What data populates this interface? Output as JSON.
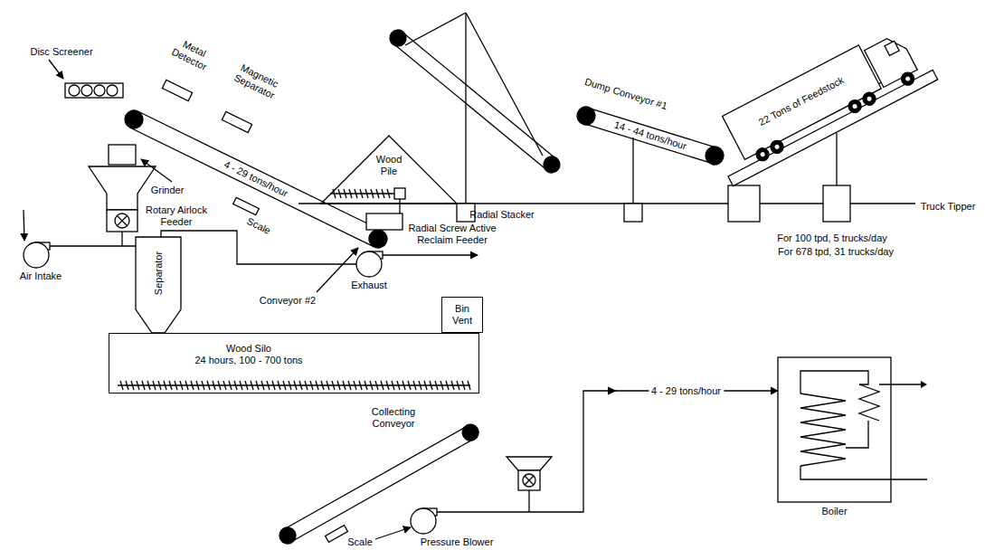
{
  "diagram": {
    "nodes": [
      {
        "text": [
          "Wood Pile"
        ]
      },
      {
        "text": [
          "Air Intake"
        ]
      },
      {
        "text": [
          "Separator"
        ]
      },
      {
        "text": [
          "Exhaust"
        ]
      },
      {
        "text": [
          "Bin Vent"
        ]
      },
      {
        "text": [
          "Wood Silo",
          "24 hours, 100 - 700 tons"
        ]
      },
      {
        "text": [
          "Pressure Blower"
        ]
      },
      {
        "text": [
          "Boiler"
        ]
      }
    ],
    "edges": [
      {
        "from": 1,
        "to": 2,
        "arrow": "none"
      },
      {
        "from": 2,
        "to": 3,
        "arrow": "none"
      },
      {
        "from": 6,
        "to": 7,
        "label": "4 - 29 tons/hour",
        "arrow": "to"
      }
    ],
    "labels": [
      "Disc Screener",
      "Metal Detector",
      "Magnetic Separator",
      "4 - 29 tons/hour",
      "Scale",
      "Grinder",
      "Rotary Airlock Feeder",
      "Conveyor #2",
      "Radial Screw Active Reclaim Feeder",
      "Radial Stacker",
      "Dump Conveyor #1",
      "14 - 44 tons/hour",
      "22 Tons of Feedstock",
      "Truck Tipper",
      "For 100 tpd, 5 trucks/day",
      "For 678 tpd, 31 trucks/day",
      "Collecting Conveyor",
      "Scale"
    ]
  }
}
